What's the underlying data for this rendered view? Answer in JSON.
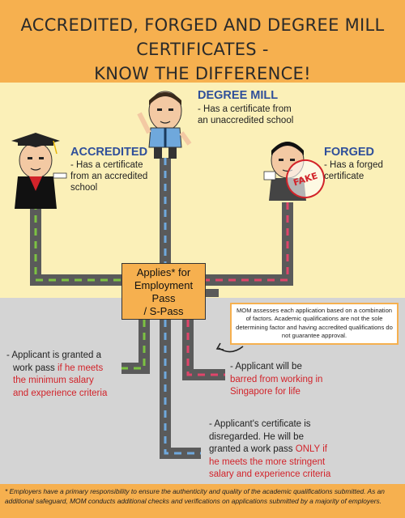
{
  "header": {
    "title_line1": "ACCREDITED, FORGED AND DEGREE MILL CERTIFICATES -",
    "title_line2": "KNOW THE DIFFERENCE!"
  },
  "degree_mill": {
    "title": "DEGREE MILL",
    "desc_line1": "- Has a certificate from",
    "desc_line2": "an unaccredited school"
  },
  "accredited": {
    "title": "ACCREDITED",
    "desc_line1": "- Has a certificate",
    "desc_line2": "from an accredited",
    "desc_line3": "school"
  },
  "forged": {
    "title": "FORGED",
    "desc_line1": "- Has a forged",
    "desc_line2": "certificate",
    "stamp": "FAKE"
  },
  "applies": {
    "line1": "Applies* for",
    "line2": "Employment Pass",
    "line3": "/ S-Pass"
  },
  "mom_note": "MOM assesses each application based on a combination of factors. Academic qualifications are not the sole determining factor and having accredited qualifications do not guarantee approval.",
  "outcome_left": {
    "line1": "- Applicant is granted a",
    "line2_plain": "work pass ",
    "line2_red": "if he meets",
    "line3_red": "the minimum salary",
    "line4_red": "and experience criteria"
  },
  "outcome_right": {
    "line1": "- Applicant will be",
    "line2_red": "barred from working in",
    "line3_red": "Singapore for life"
  },
  "outcome_bottom": {
    "line1": "- Applicant's certificate is",
    "line2": "disregarded. He will be",
    "line3_plain": "granted a work pass ",
    "line3_red": "ONLY if",
    "line4_red": "he meets the more stringent",
    "line5_red": "salary and experience criteria"
  },
  "footer": {
    "note": "* Employers have a primary responsibility to ensure the authenticity and quality of the academic qualifications submitted. As an additional safeguard, MOM conducts additional checks and verifications on applications submitted by a majority of employers."
  },
  "colors": {
    "header_bg": "#f6b04f",
    "upper_bg": "#fbf0b8",
    "lower_bg": "#d4d4d4",
    "road": "#5a5a5a",
    "dash_green": "#7cc242",
    "dash_blue": "#6fa8dc",
    "dash_red": "#e0456a",
    "label_blue": "#2f4f9a",
    "highlight_red": "#d2232a"
  }
}
